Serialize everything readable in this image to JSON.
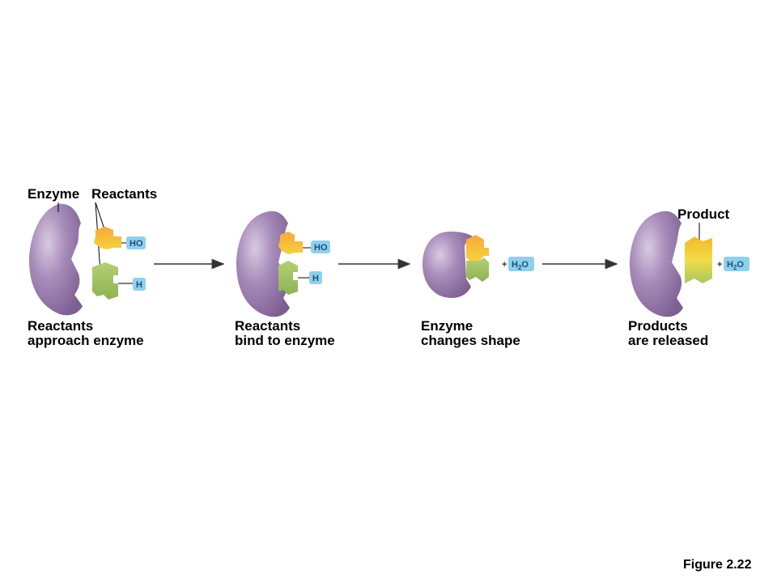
{
  "labels": {
    "enzyme": "Enzyme",
    "reactants": "Reactants",
    "product": "Product"
  },
  "chem": {
    "ho": "HO",
    "h": "H",
    "plus": "+",
    "water_h": "H",
    "water_sub": "2",
    "water_o": "O"
  },
  "steps": [
    {
      "line1": "Reactants",
      "line2": "approach enzyme"
    },
    {
      "line1": "Reactants",
      "line2": "bind to enzyme"
    },
    {
      "line1": "Enzyme",
      "line2": "changes shape"
    },
    {
      "line1": "Products",
      "line2": "are released"
    }
  ],
  "figure": "Figure 2.22",
  "colors": {
    "enzyme": "#9b7fab",
    "reactant_orange": "#f5b82e",
    "reactant_green": "#a7c765",
    "tag_fill": "#8fd0ec",
    "arrow": "#333333"
  }
}
